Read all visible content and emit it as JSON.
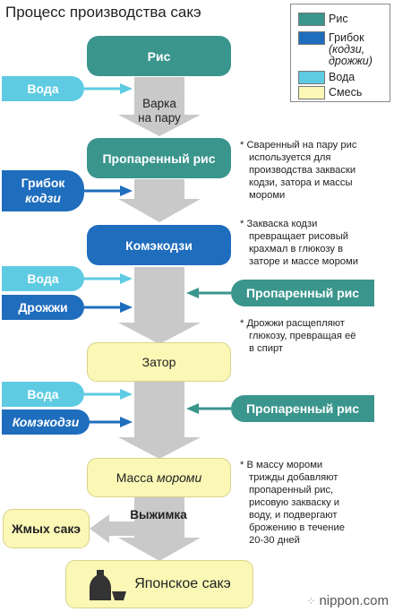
{
  "title": "Процесс производства сакэ",
  "legend": [
    {
      "label": "Рис",
      "color": "#3a958d"
    },
    {
      "label": "Грибок (кодзи, дрожжи)",
      "color": "#1f6dbd"
    },
    {
      "label": "Вода",
      "color": "#5ecbe2"
    },
    {
      "label": "Смесь",
      "color": "#fbf8b6"
    }
  ],
  "legend_text": {
    "rice": "Рис",
    "fungus_l1": "Грибок",
    "fungus_l2_italic": "(кодзи,",
    "fungus_l3_italic": "дрожжи)",
    "water": "Вода",
    "mix": "Смесь"
  },
  "steps": {
    "rice": "Рис",
    "steamed_rice": "Пропаренный рис",
    "komekoji": "Комэкодзи",
    "mash": "Затор",
    "moromi_prefix": "Масса ",
    "moromi_italic": "мороми",
    "sake": "Японское сакэ"
  },
  "process_labels": {
    "steaming_l1": "Варка",
    "steaming_l2": "на пару",
    "pressing": "Выжимка"
  },
  "inputs": {
    "water1": "Вода",
    "fungus_l1": "Грибок",
    "fungus_l2_italic": "кодзи",
    "water2": "Вода",
    "yeast": "Дрожжи",
    "water3": "Вода",
    "komekoji_italic": "Комэкодзи",
    "steamed_rice_1": "Пропаренный рис",
    "steamed_rice_2": "Пропаренный рис"
  },
  "output_byproduct": "Жмых сакэ",
  "notes": {
    "n1": [
      "* Сваренный на пару рис",
      "используется для",
      "производства закваски",
      "кодзи, затора и массы",
      "мороми"
    ],
    "n2": [
      "* Закваска кодзи",
      "превращает рисовый",
      "крахмал в глюкозу в",
      "заторе и массе мороми"
    ],
    "n3": [
      "* Дрожжи расщепляют",
      "глюкозу, превращая её",
      "в спирт"
    ],
    "n4": [
      "* В массу мороми",
      "трижды добавляют",
      "пропаренный рис,",
      "рисовую закваску и",
      "воду, и подвергают",
      "брожению в течение",
      "20-30 дней"
    ]
  },
  "logo": "nippon.com",
  "colors": {
    "rice": "#3a958d",
    "fungus": "#1f6dbd",
    "water": "#5ecbe2",
    "mix": "#fbf8b6",
    "arrow": "#c9c9c9"
  }
}
